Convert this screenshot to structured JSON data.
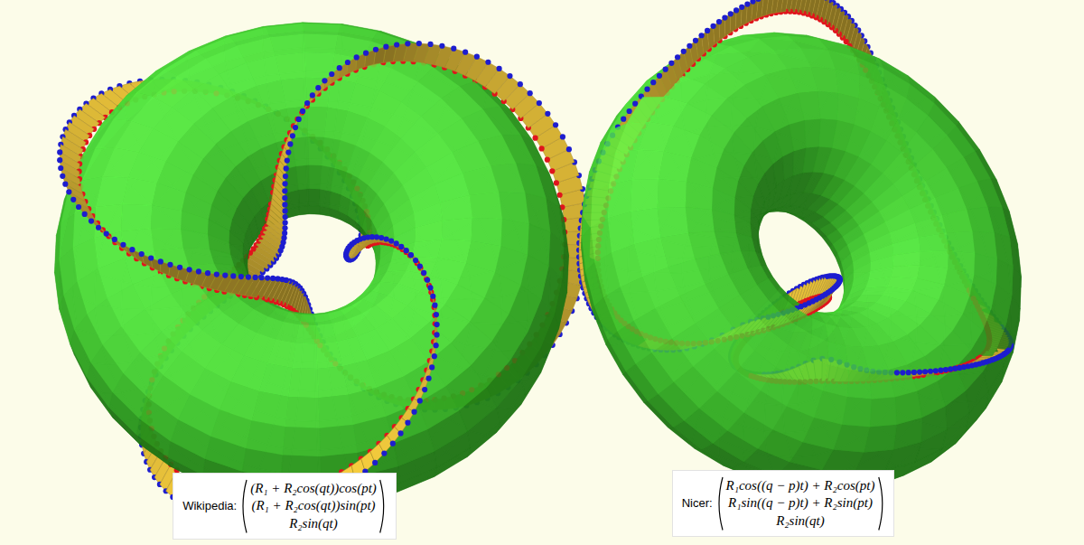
{
  "diagram": {
    "nodes": [
      {
        "text": [
          "Wikipedia:",
          "(R₁ + R₂cos(qt))cos(pt)",
          "(R₁ + R₂cos(qt))sin(pt)",
          "R₂sin(qt)"
        ]
      },
      {
        "text": [
          "Nicer:",
          "R₁cos((q − p)t) + R₂cos(pt)",
          "R₁sin((q − p)t) + R₂sin(pt)",
          "R₂sin(qt)"
        ]
      }
    ]
  }
}
